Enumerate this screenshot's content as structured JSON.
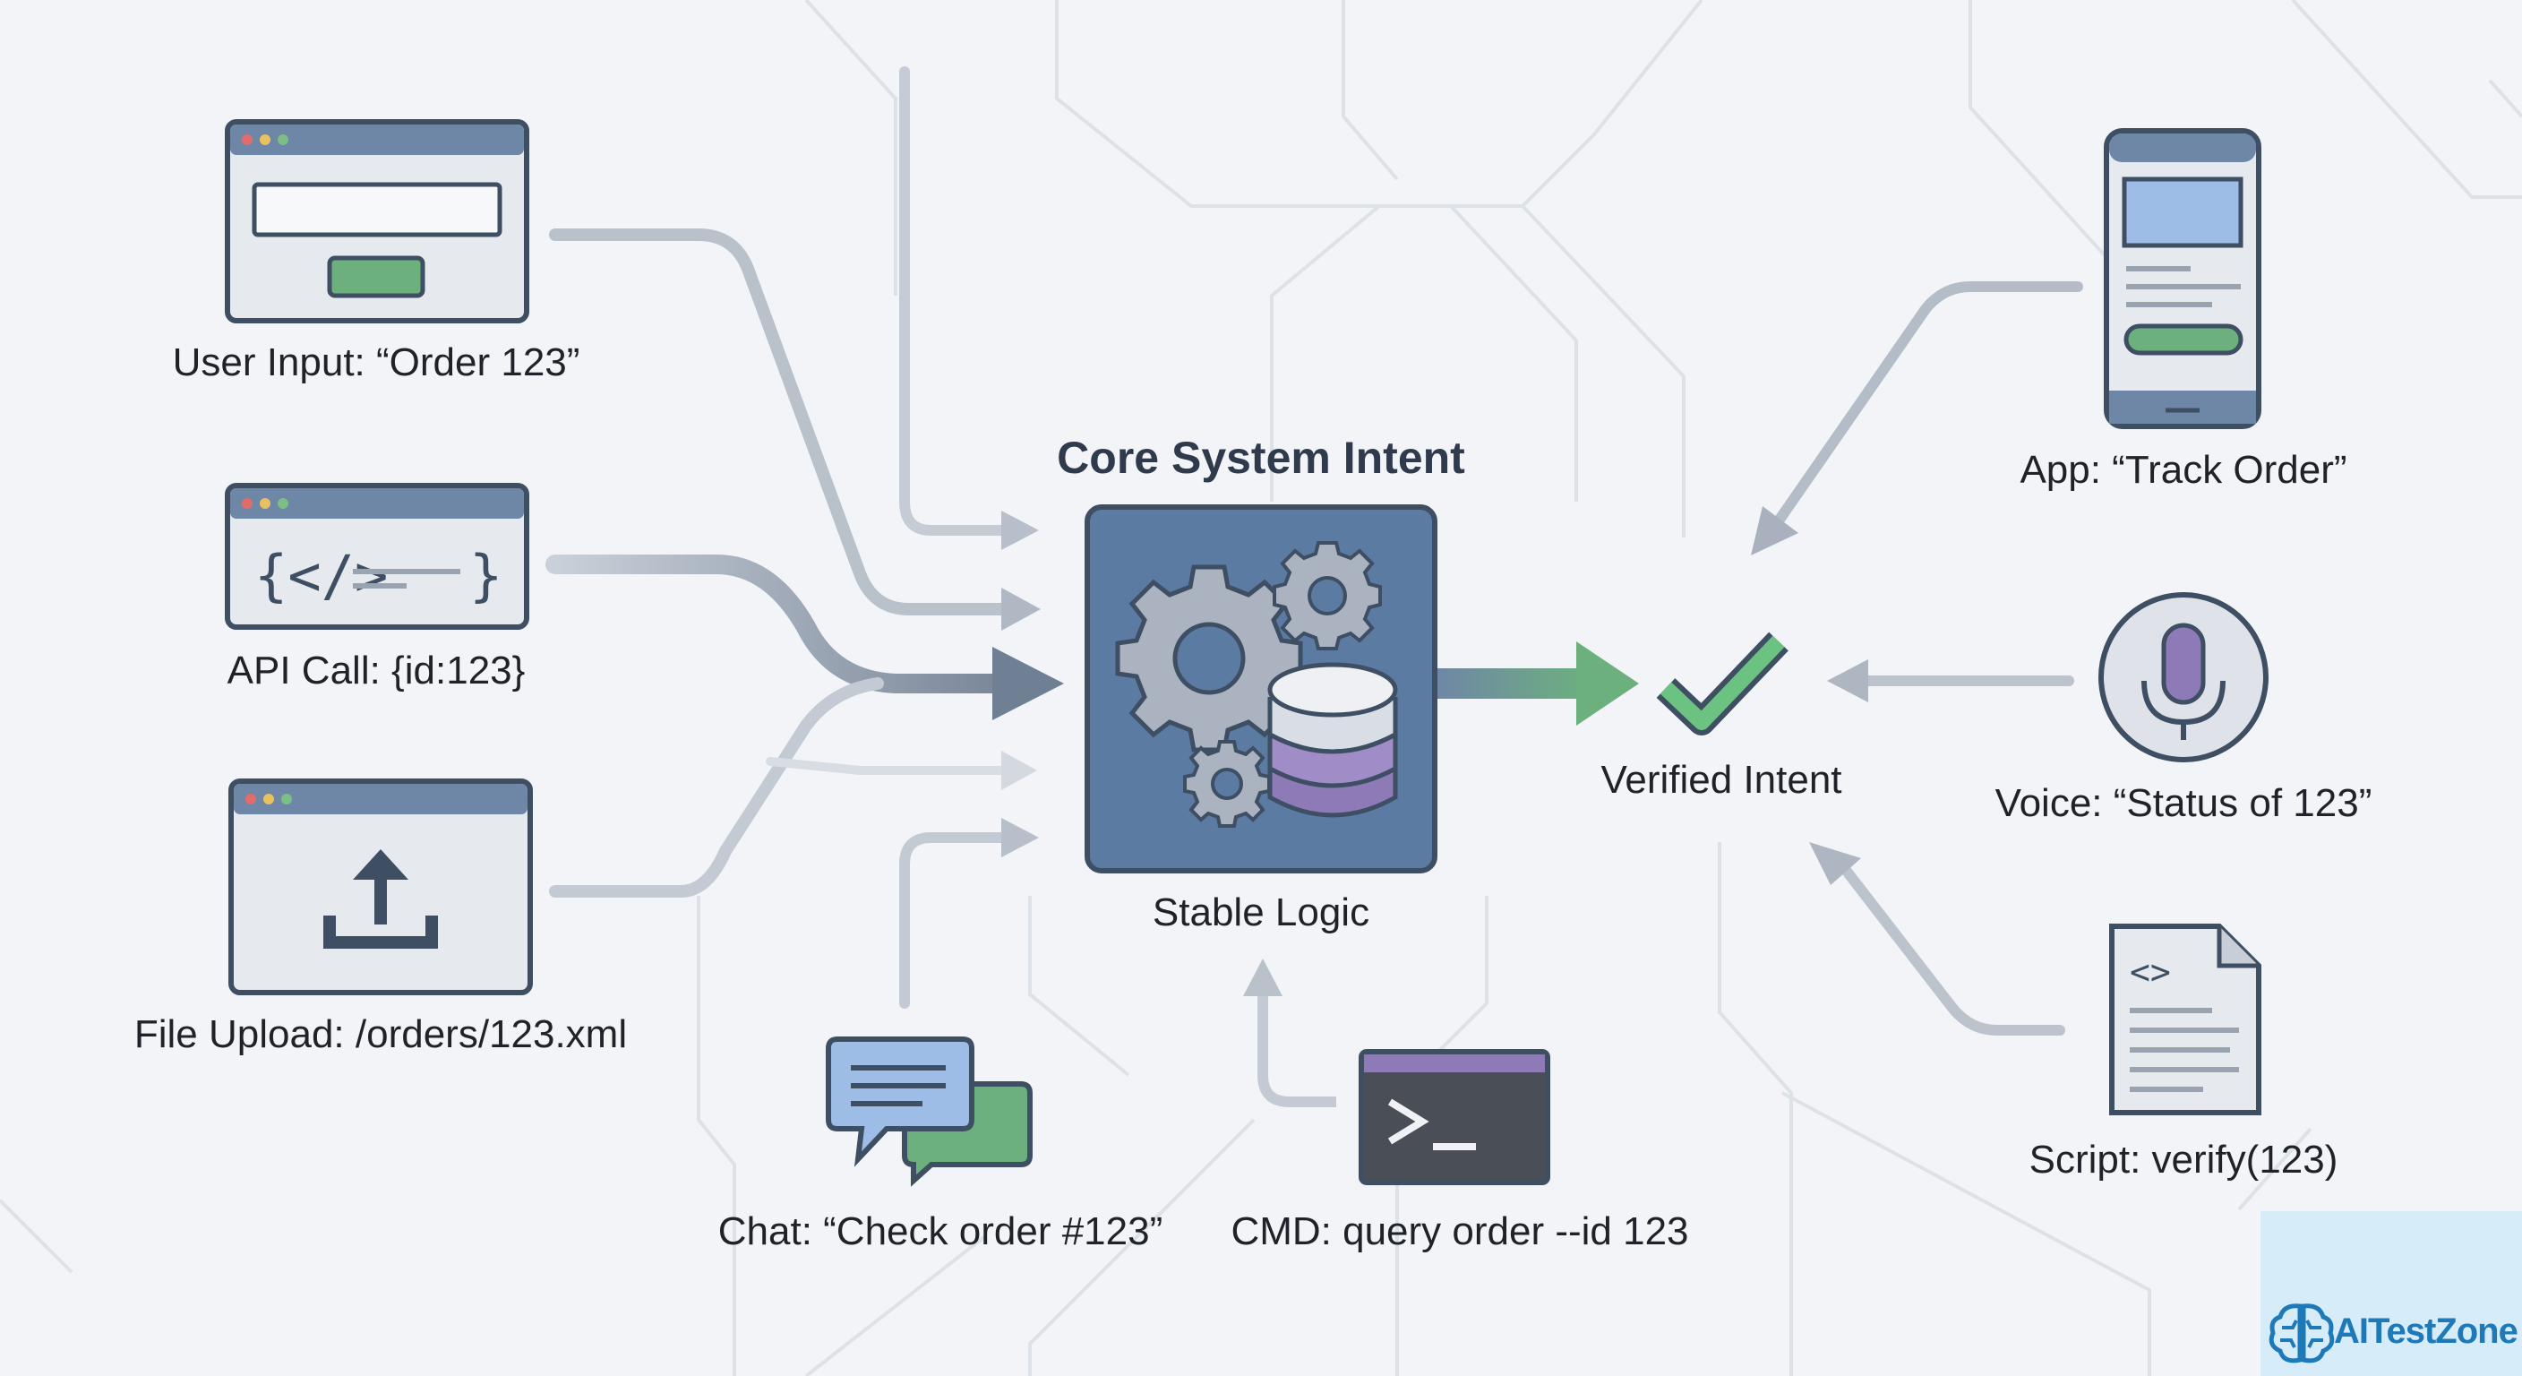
{
  "title": "Core System Intent",
  "core_label": "Stable Logic",
  "result_label": "Verified Intent",
  "inputs": {
    "user_input": "User Input: “Order 123”",
    "api_call": "API Call: {id:123}",
    "file_upload": "File Upload: /orders/123.xml",
    "chat": "Chat: “Check order #123”",
    "cmd": "CMD: query order --id 123",
    "app": "App: “Track Order”",
    "voice": "Voice: “Status of 123”",
    "script": "Script: verify(123)"
  },
  "icons": {
    "user_input": "browser-form-icon",
    "api_call": "code-window-icon",
    "file_upload": "upload-window-icon",
    "chat": "chat-bubbles-icon",
    "cmd": "terminal-icon",
    "app": "mobile-phone-icon",
    "voice": "microphone-icon",
    "script": "code-document-icon",
    "core": "gears-database-icon",
    "result": "checkmark-icon"
  },
  "colors": {
    "background": "#f2f4f7",
    "core_fill": "#5b7ba3",
    "arrow_gray": "#98a2b0",
    "arrow_dark": "#6f7f94",
    "accent_green": "#67b07a",
    "database_purple": "#8f7ab8"
  },
  "brand": {
    "text": "AITestZone"
  }
}
